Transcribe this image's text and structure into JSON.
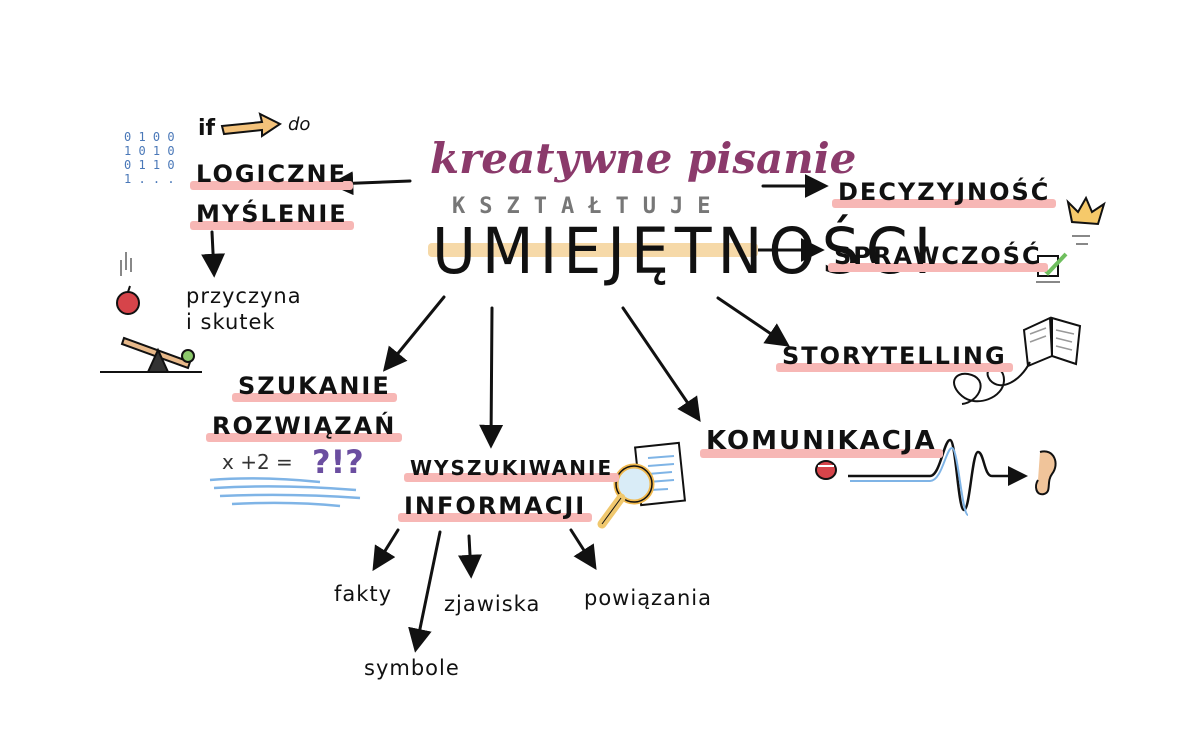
{
  "center": {
    "title": "kreatywne pisanie",
    "verb": "KSZTAŁTUJE",
    "skills": "UMIEJĘTNOŚCI"
  },
  "branches": {
    "logiczne": [
      "LOGICZNE",
      "MYŚLENIE"
    ],
    "przyczyna": [
      "przyczyna",
      "i skutek"
    ],
    "szukanie": [
      "SZUKANIE",
      "ROZWIĄZAŃ"
    ],
    "wyszukiwanie": [
      "WYSZUKIWANIE",
      "INFORMACJI"
    ],
    "komunikacja": "KOMUNIKACJA",
    "decyzyjnosc": "DECYZYJNOŚĆ",
    "sprawczosc": "SPRAWCZOŚĆ",
    "storytelling": "STORYTELLING"
  },
  "leaves": {
    "fakty": "fakty",
    "symbole": "symbole",
    "zjawiska": "zjawiska",
    "powiazania": "powiązania"
  },
  "doodles": {
    "if_text": "if",
    "do_text": "do",
    "binary": "0 1 0 0\n1 0 1 0\n0 1 1 0\n1 . . .",
    "equation": "x +2 =",
    "questions": "?!?"
  },
  "colors": {
    "title": "#8b3a6b",
    "highlight": "#f7b7b5",
    "skills_bar": "#f6d9a8",
    "binary": "#4a78b8",
    "water": "#7fb4e6"
  },
  "icons": [
    "binary-code-icon",
    "if-do-arrow-icon",
    "falling-apple-icon",
    "seesaw-icon",
    "math-question-icon",
    "magnifier-document-icon",
    "crown-icon",
    "checkbox-icon",
    "open-book-icon",
    "mouth-icon",
    "ear-icon",
    "sound-wave-icon"
  ]
}
